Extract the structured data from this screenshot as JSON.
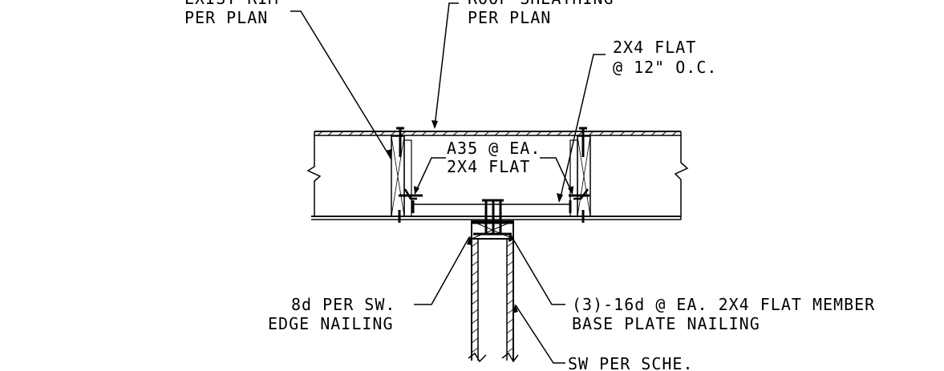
{
  "callouts": {
    "existing_rim": {
      "line1": "EXIST RIM",
      "line2": "PER PLAN"
    },
    "roof_sheathing": {
      "line1": "ROOF SHEATHING",
      "line2": "PER PLAN"
    },
    "flat_2x4": {
      "line1": "2X4 FLAT",
      "line2": "@ 12\" O.C."
    },
    "a35_clip": {
      "line1": "A35 @ EA.",
      "line2": "2X4 FLAT"
    },
    "edge_nailing": {
      "line1": "8d PER SW.",
      "line2": "EDGE NAILING"
    },
    "base_plate_nailing": {
      "line1": "(3)-16d @ EA. 2X4 FLAT MEMBER",
      "line2": "BASE PLATE NAILING"
    },
    "shear_wall": {
      "line1": "SW PER SCHE."
    }
  }
}
